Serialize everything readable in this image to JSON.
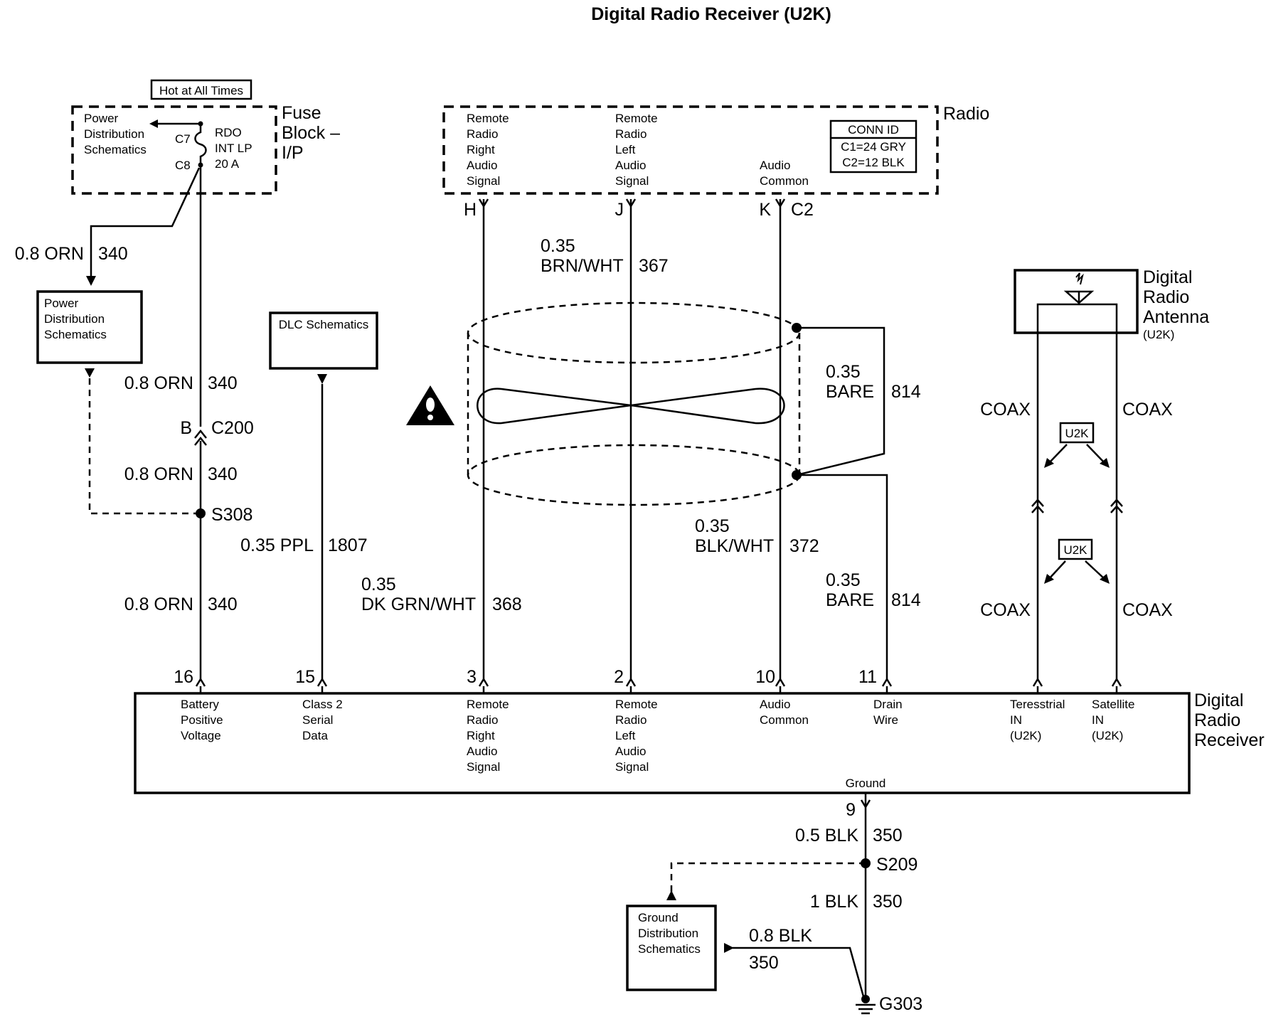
{
  "title": "Digital Radio Receiver (U2K)",
  "hot_label": "Hot at All Times",
  "fuse_block": {
    "power_dist_lines": [
      "Power",
      "Distribution",
      "Schematics"
    ],
    "fuse_lines": [
      "RDO",
      "INT LP",
      "20 A"
    ],
    "c7": "C7",
    "c8": "C8",
    "name_lines": [
      "Fuse",
      "Block –",
      "I/P"
    ]
  },
  "power_dist_box_lines": [
    "Power",
    "Distribution",
    "Schematics"
  ],
  "dlc_box": "DLC Schematics",
  "radio": {
    "name": "Radio",
    "right_signal_lines": [
      "Remote",
      "Radio",
      "Right",
      "Audio",
      "Signal"
    ],
    "left_signal_lines": [
      "Remote",
      "Radio",
      "Left",
      "Audio",
      "Signal"
    ],
    "common_lines": [
      "Audio",
      "Common"
    ],
    "conn_id": "CONN ID",
    "conn_c1": "C1=24 GRY",
    "conn_c2": "C2=12 BLK",
    "pin_h": "H",
    "pin_j": "J",
    "pin_k": "K",
    "c2": "C2"
  },
  "wires": {
    "w340_top_gauge": "0.8 ORN",
    "w340_top_num": "340",
    "w340_a_gauge": "0.8 ORN",
    "w340_a_num": "340",
    "c200_pin": "B",
    "c200": "C200",
    "w340_b_gauge": "0.8 ORN",
    "w340_b_num": "340",
    "s308": "S308",
    "w340_c_gauge": "0.8 ORN",
    "w340_c_num": "340",
    "w1807_gauge": "0.35 PPL",
    "w1807_num": "1807",
    "w368_size": "0.35",
    "w368_color": "DK GRN/WHT",
    "w368_num": "368",
    "w367_size": "0.35",
    "w367_color": "BRN/WHT",
    "w367_num": "367",
    "w814a_size": "0.35",
    "w814a_color": "BARE",
    "w814a_num": "814",
    "w372_size": "0.35",
    "w372_color": "BLK/WHT",
    "w372_num": "372",
    "w814b_size": "0.35",
    "w814b_color": "BARE",
    "w814b_num": "814"
  },
  "antenna": {
    "name_lines": [
      "Digital",
      "Radio",
      "Antenna"
    ],
    "sub": "(U2K)",
    "coax": "COAX",
    "u2k_badge": "U2K"
  },
  "receiver": {
    "name_lines": [
      "Digital",
      "Radio",
      "Receiver"
    ],
    "pins": [
      {
        "num": "16",
        "lines": [
          "Battery",
          "Positive",
          "Voltage"
        ]
      },
      {
        "num": "15",
        "lines": [
          "Class 2",
          "Serial",
          "Data"
        ]
      },
      {
        "num": "3",
        "lines": [
          "Remote",
          "Radio",
          "Right",
          "Audio",
          "Signal"
        ]
      },
      {
        "num": "2",
        "lines": [
          "Remote",
          "Radio",
          "Left",
          "Audio",
          "Signal"
        ]
      },
      {
        "num": "10",
        "lines": [
          "Audio",
          "Common"
        ]
      },
      {
        "num": "11",
        "lines": [
          "Drain",
          "Wire"
        ]
      },
      {
        "num": "",
        "lines": [
          "Teresstrial",
          "IN",
          "(U2K)"
        ]
      },
      {
        "num": "",
        "lines": [
          "Satellite",
          "IN",
          "(U2K)"
        ]
      }
    ],
    "ground_label": "Ground",
    "ground_pin": "9"
  },
  "ground": {
    "w350a_gauge": "0.5 BLK",
    "w350a_num": "350",
    "s209": "S209",
    "w350b_gauge": "1 BLK",
    "w350b_num": "350",
    "w350c_gauge": "0.8 BLK",
    "w350c_num": "350",
    "box_lines": [
      "Ground",
      "Distribution",
      "Schematics"
    ],
    "g303": "G303"
  }
}
